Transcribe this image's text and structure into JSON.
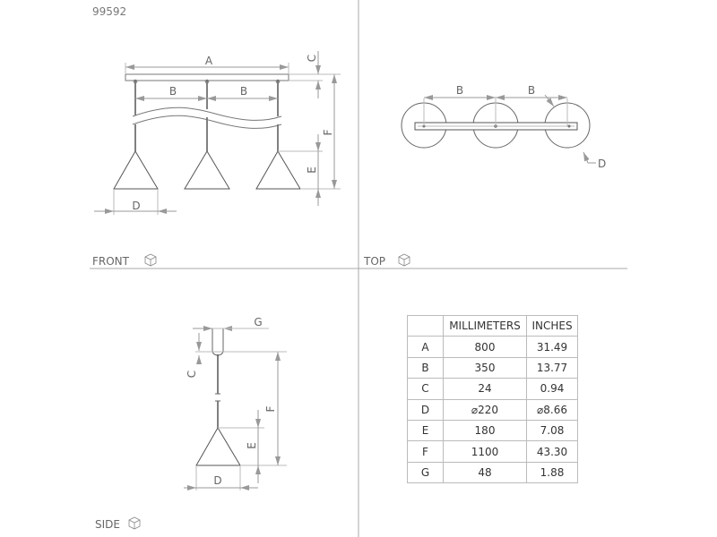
{
  "title": "99592",
  "views": {
    "front": "FRONT",
    "top": "TOP",
    "side": "SIDE"
  },
  "dims": {
    "a": "A",
    "b": "B",
    "c": "C",
    "d": "D",
    "e": "E",
    "f": "F",
    "g": "G"
  },
  "table": {
    "headers": [
      "",
      "MILLIMETERS",
      "INCHES"
    ],
    "rows": [
      [
        "A",
        "800",
        "31.49"
      ],
      [
        "B",
        "350",
        "13.77"
      ],
      [
        "C",
        "24",
        "0.94"
      ],
      [
        "D",
        "⌀220",
        "⌀8.66"
      ],
      [
        "E",
        "180",
        "7.08"
      ],
      [
        "F",
        "1100",
        "43.30"
      ],
      [
        "G",
        "48",
        "1.88"
      ]
    ]
  }
}
